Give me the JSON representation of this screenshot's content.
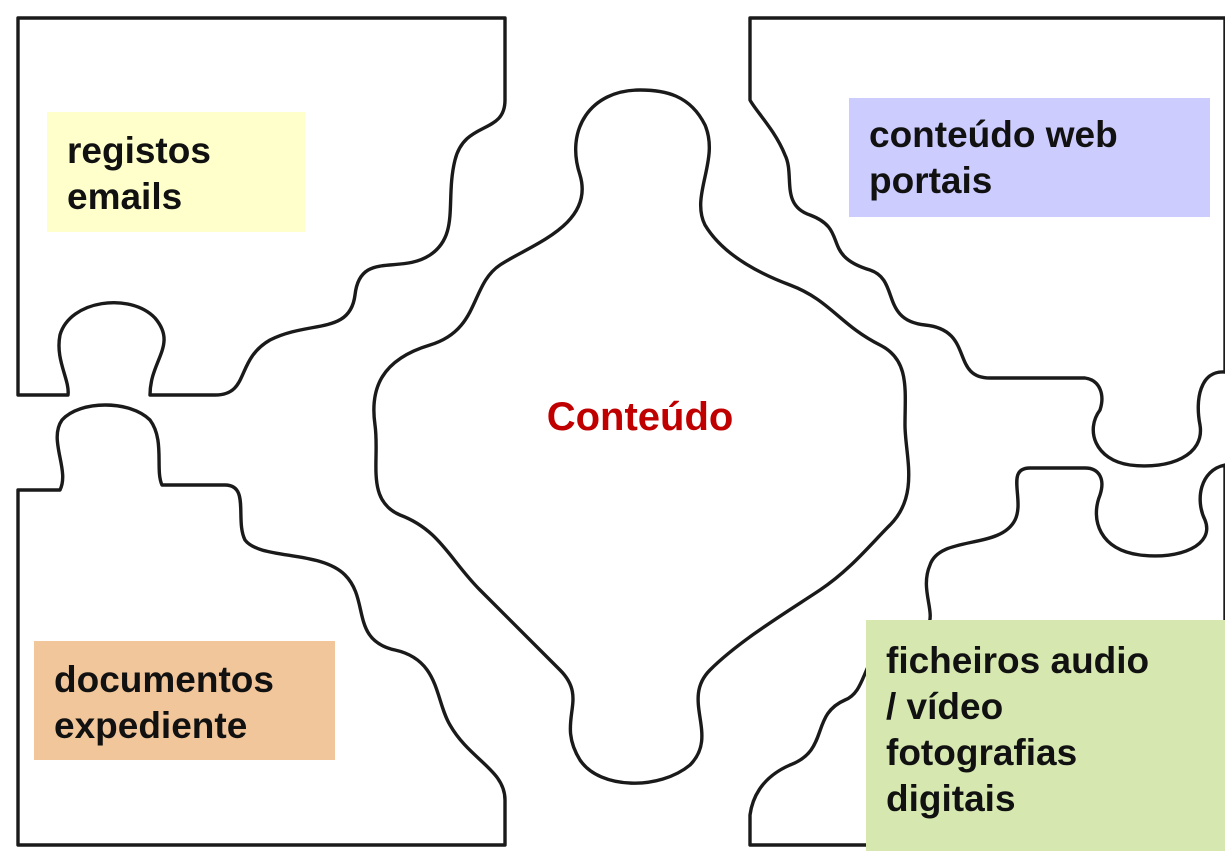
{
  "colors": {
    "outline": "#1a1a1a",
    "top_left_box": "#ffffcc",
    "top_right_box": "#ccccff",
    "bottom_left_box": "#f1c69b",
    "bottom_right_box": "#d6e8b0",
    "center_text": "#c00000"
  },
  "center": {
    "label": "Conteúdo"
  },
  "pieces": {
    "top_left": {
      "lines": [
        "registos",
        "emails"
      ]
    },
    "top_right": {
      "lines": [
        "conteúdo web",
        "portais"
      ]
    },
    "bottom_left": {
      "lines": [
        "documentos",
        "expediente"
      ]
    },
    "bottom_right": {
      "lines": [
        "ficheiros audio",
        "/ vídeo",
        "fotografias",
        "digitais"
      ]
    }
  }
}
